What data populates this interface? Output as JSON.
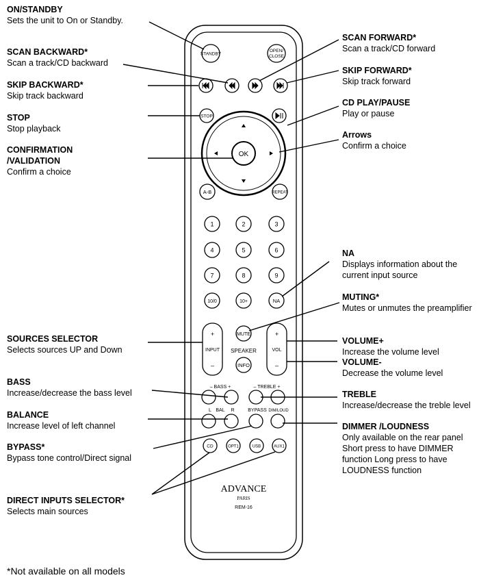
{
  "labels": {
    "on_standby": {
      "title": "ON/STANDBY",
      "desc": "Sets the unit to On or Standby."
    },
    "scan_backward": {
      "title": "SCAN BACKWARD*",
      "desc": "Scan a track/CD backward"
    },
    "skip_backward": {
      "title": "SKIP BACKWARD*",
      "desc": "Skip track backward"
    },
    "stop": {
      "title": "STOP",
      "desc": "Stop playback"
    },
    "confirmation": {
      "title1": "CONFIRMATION",
      "title2": "/VALIDATION",
      "desc": "Confirm a choice"
    },
    "sources": {
      "title": "SOURCES SELECTOR",
      "desc": "Selects sources UP and Down"
    },
    "bass": {
      "title": "BASS",
      "desc": "Increase/decrease the bass level"
    },
    "balance": {
      "title": "BALANCE",
      "desc": "Increase level of left channel"
    },
    "bypass": {
      "title": "BYPASS*",
      "desc": "Bypass tone control/Direct signal"
    },
    "direct_inputs": {
      "title": "DIRECT INPUTS SELECTOR*",
      "desc": "Selects main sources"
    },
    "scan_forward": {
      "title": "SCAN FORWARD*",
      "desc": "Scan a track/CD forward"
    },
    "skip_forward": {
      "title": "SKIP FORWARD*",
      "desc": "Skip track forward"
    },
    "cd_play": {
      "title": "CD PLAY/PAUSE",
      "desc": "Play or pause"
    },
    "arrows": {
      "title": "Arrows",
      "desc": "Confirm a choice"
    },
    "na": {
      "title": "NA",
      "desc1": "Displays information about the",
      "desc2": "current input source"
    },
    "muting": {
      "title": "MUTING*",
      "desc": "Mutes or unmutes the preamplifier"
    },
    "volume_up": {
      "title": "VOLUME+",
      "desc": "Increase the volume level"
    },
    "volume_down": {
      "title": "VOLUME-",
      "desc": "Decrease the volume level"
    },
    "treble": {
      "title": "TREBLE",
      "desc": "Increase/decrease the treble level"
    },
    "dimmer": {
      "title": "DIMMER /LOUDNESS",
      "desc1": "Only available on the rear panel",
      "desc2": "Short press to have DIMMER",
      "desc3": "function Long press to have",
      "desc4": "LOUDNESS function"
    }
  },
  "remote": {
    "standby": "STANDBY",
    "open1": "OPEN/",
    "open2": "CLOSE",
    "stop": "STOP",
    "ok": "OK",
    "ab": "A-B",
    "repeat": "REPEAT",
    "digits": [
      "1",
      "2",
      "3",
      "4",
      "5",
      "6",
      "7",
      "8",
      "9",
      "10/0",
      "10+",
      "NA"
    ],
    "mute": "MUTE",
    "input": "INPUT",
    "vol": "VOL",
    "plus": "+",
    "minus": "–",
    "speaker": "SPEAKER",
    "info": "INFO",
    "bass_row": "–  BASS  +",
    "treble_row": "– TREBLE +",
    "l": "L",
    "bal": "BAL",
    "r": "R",
    "bypass": "BYPASS",
    "dimloud": "DIM/LOUD",
    "cd": "CD",
    "opt1": "OPT1",
    "usb": "USB",
    "aux1": "AUX1",
    "brand": "ADVANCE",
    "brand_sub": "PARIS",
    "model": "REM-16"
  },
  "footnote": "*Not available on all models"
}
